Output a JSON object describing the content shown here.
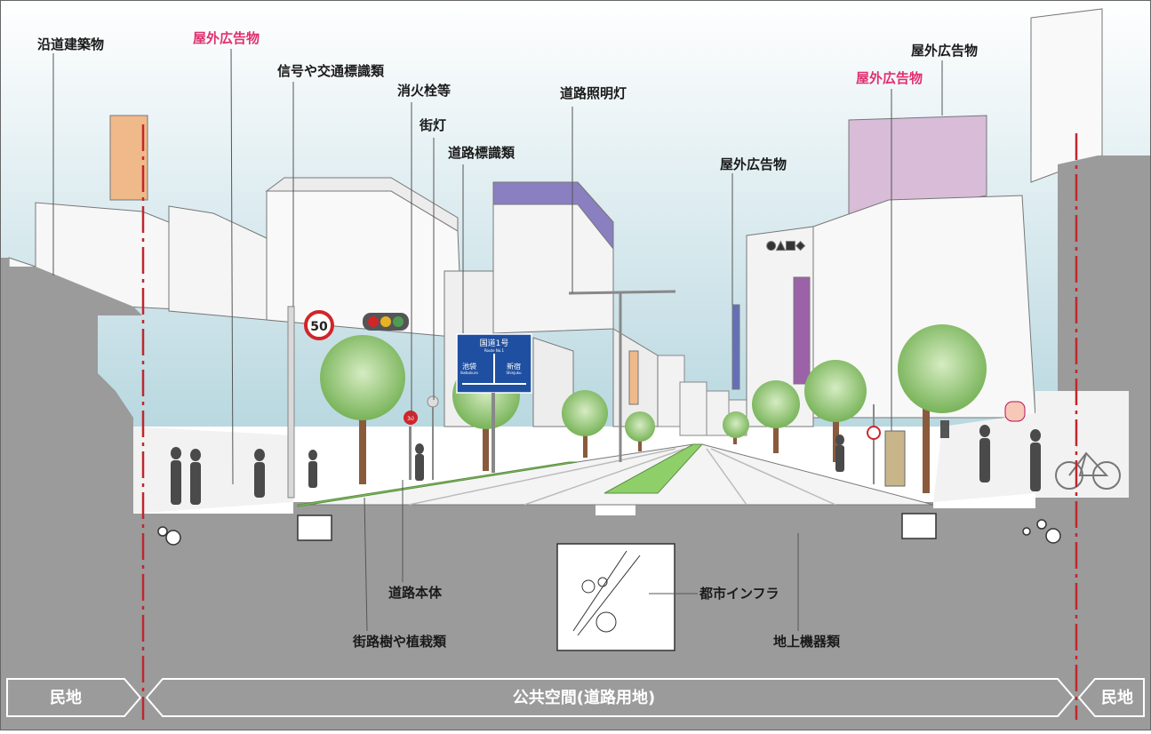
{
  "labels": {
    "roadside_buildings": "沿道建築物",
    "outdoor_ad_left": "屋外広告物",
    "signals_signs": "信号や交通標識類",
    "hydrant": "消火栓等",
    "street_light": "街灯",
    "road_signs": "道路標識類",
    "road_lighting": "道路照明灯",
    "outdoor_ad_right_top": "屋外広告物",
    "outdoor_ad_right_pink": "屋外広告物",
    "outdoor_ad_right_mid": "屋外広告物",
    "road_body": "道路本体",
    "urban_infra": "都市インフラ",
    "street_trees": "街路樹や植栽類",
    "ground_equipment": "地上機器類"
  },
  "bottom_band": {
    "left": "民地",
    "center": "公共空間(道路用地)",
    "right": "民地"
  },
  "signs": {
    "speed_limit": "50",
    "guide_route": "国道1号",
    "guide_route_sub": "Route No.1",
    "guide_left": "池袋",
    "guide_left_sub": "Ikebukuro",
    "guide_right": "新宿",
    "guide_right_sub": "Shinjuku",
    "small_sign": "30",
    "billboard_symbols": "●▲■◆"
  },
  "colors": {
    "sky_top": "#ffffff",
    "sky_bottom": "#b9d8e0",
    "ground": "#9b9b9b",
    "tree": "#7bb85a",
    "highlight_pink": "#e0306e",
    "boundary_line": "#c0272d",
    "guide_sign": "#1f4fa0"
  }
}
